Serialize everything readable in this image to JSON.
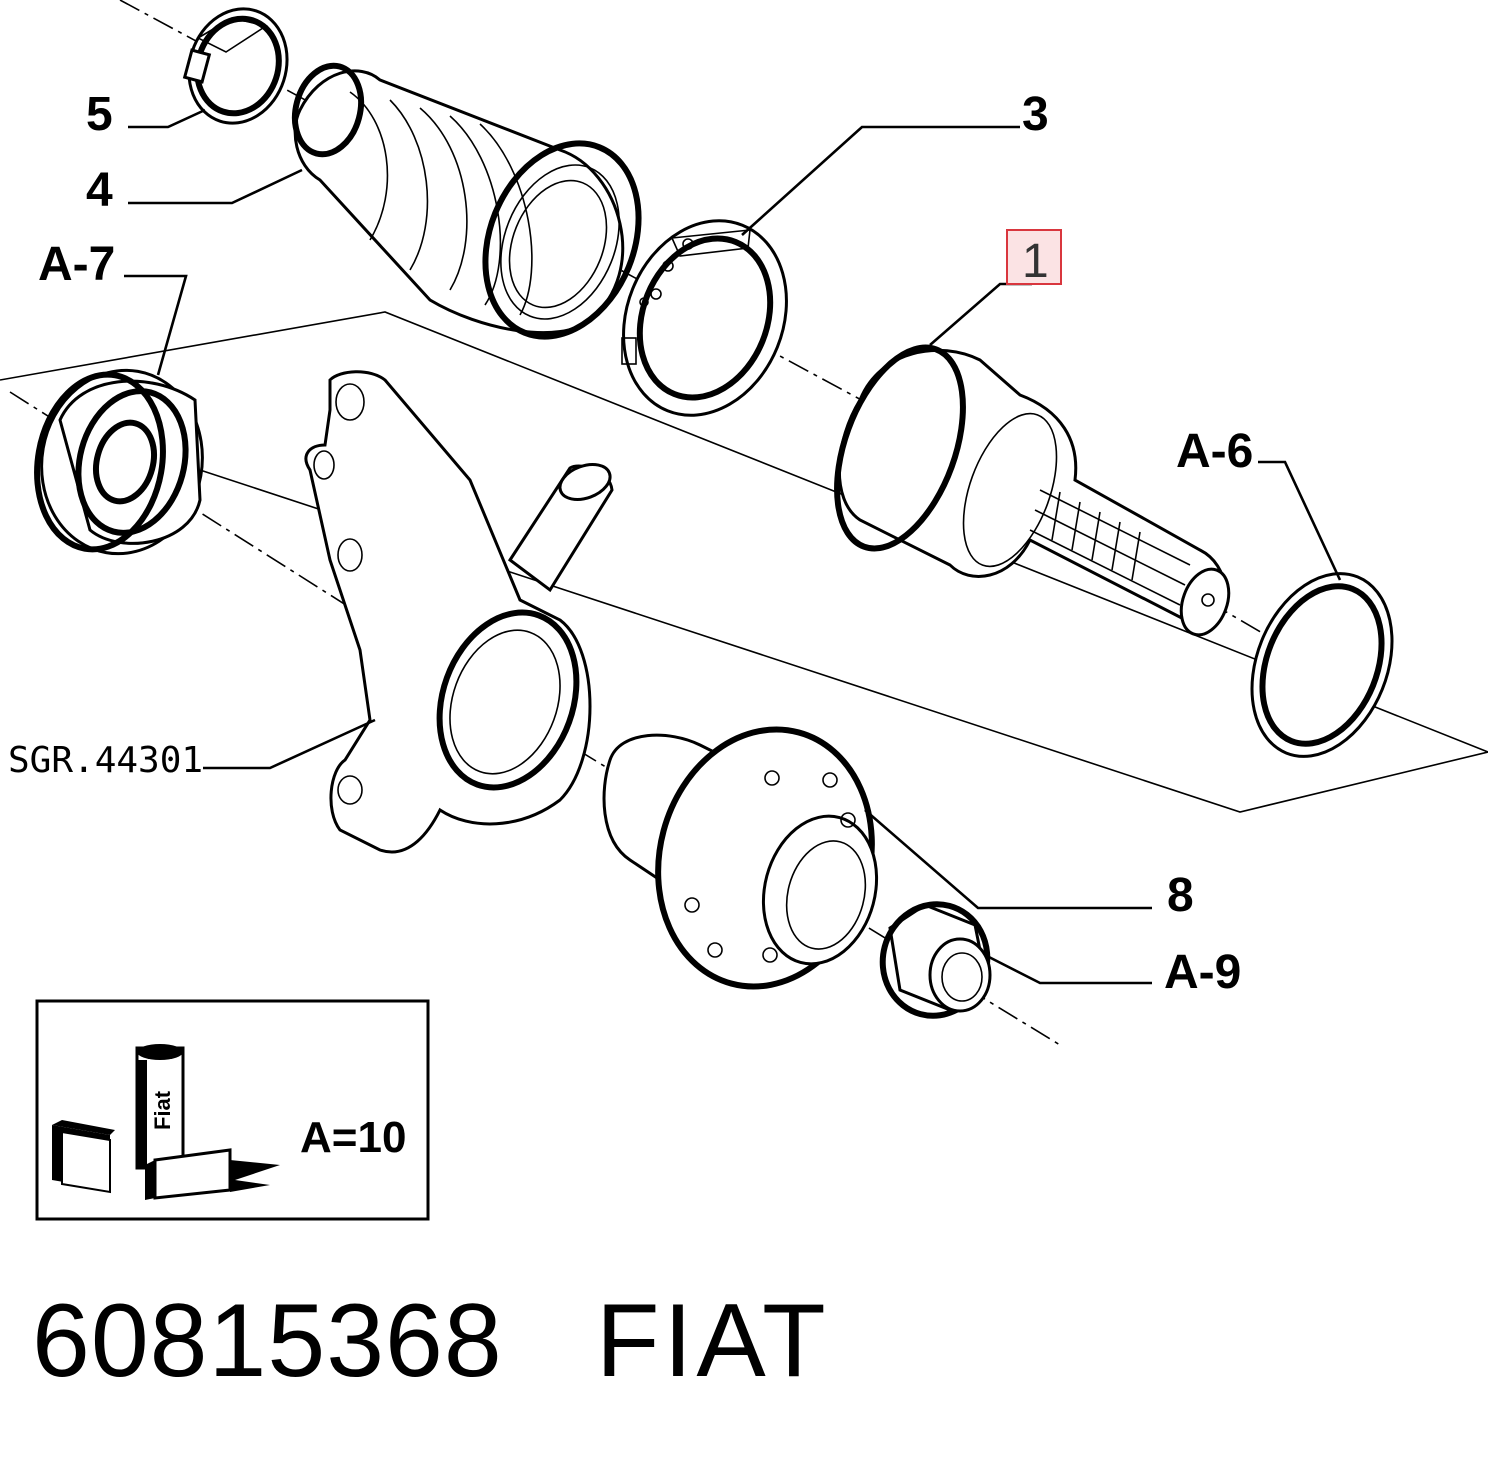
{
  "callouts": {
    "c5": "5",
    "c4": "4",
    "c3": "3",
    "c1": "1",
    "a7": "A-7",
    "a6": "A-6",
    "sgr": "SGR.44301",
    "c8": "8",
    "a9": "A-9"
  },
  "highlight_color": "#d9363e",
  "legend": {
    "label": "A=10",
    "tube_text": "Fiat"
  },
  "footer": {
    "part_number": "60815368",
    "brand": "FIAT"
  }
}
